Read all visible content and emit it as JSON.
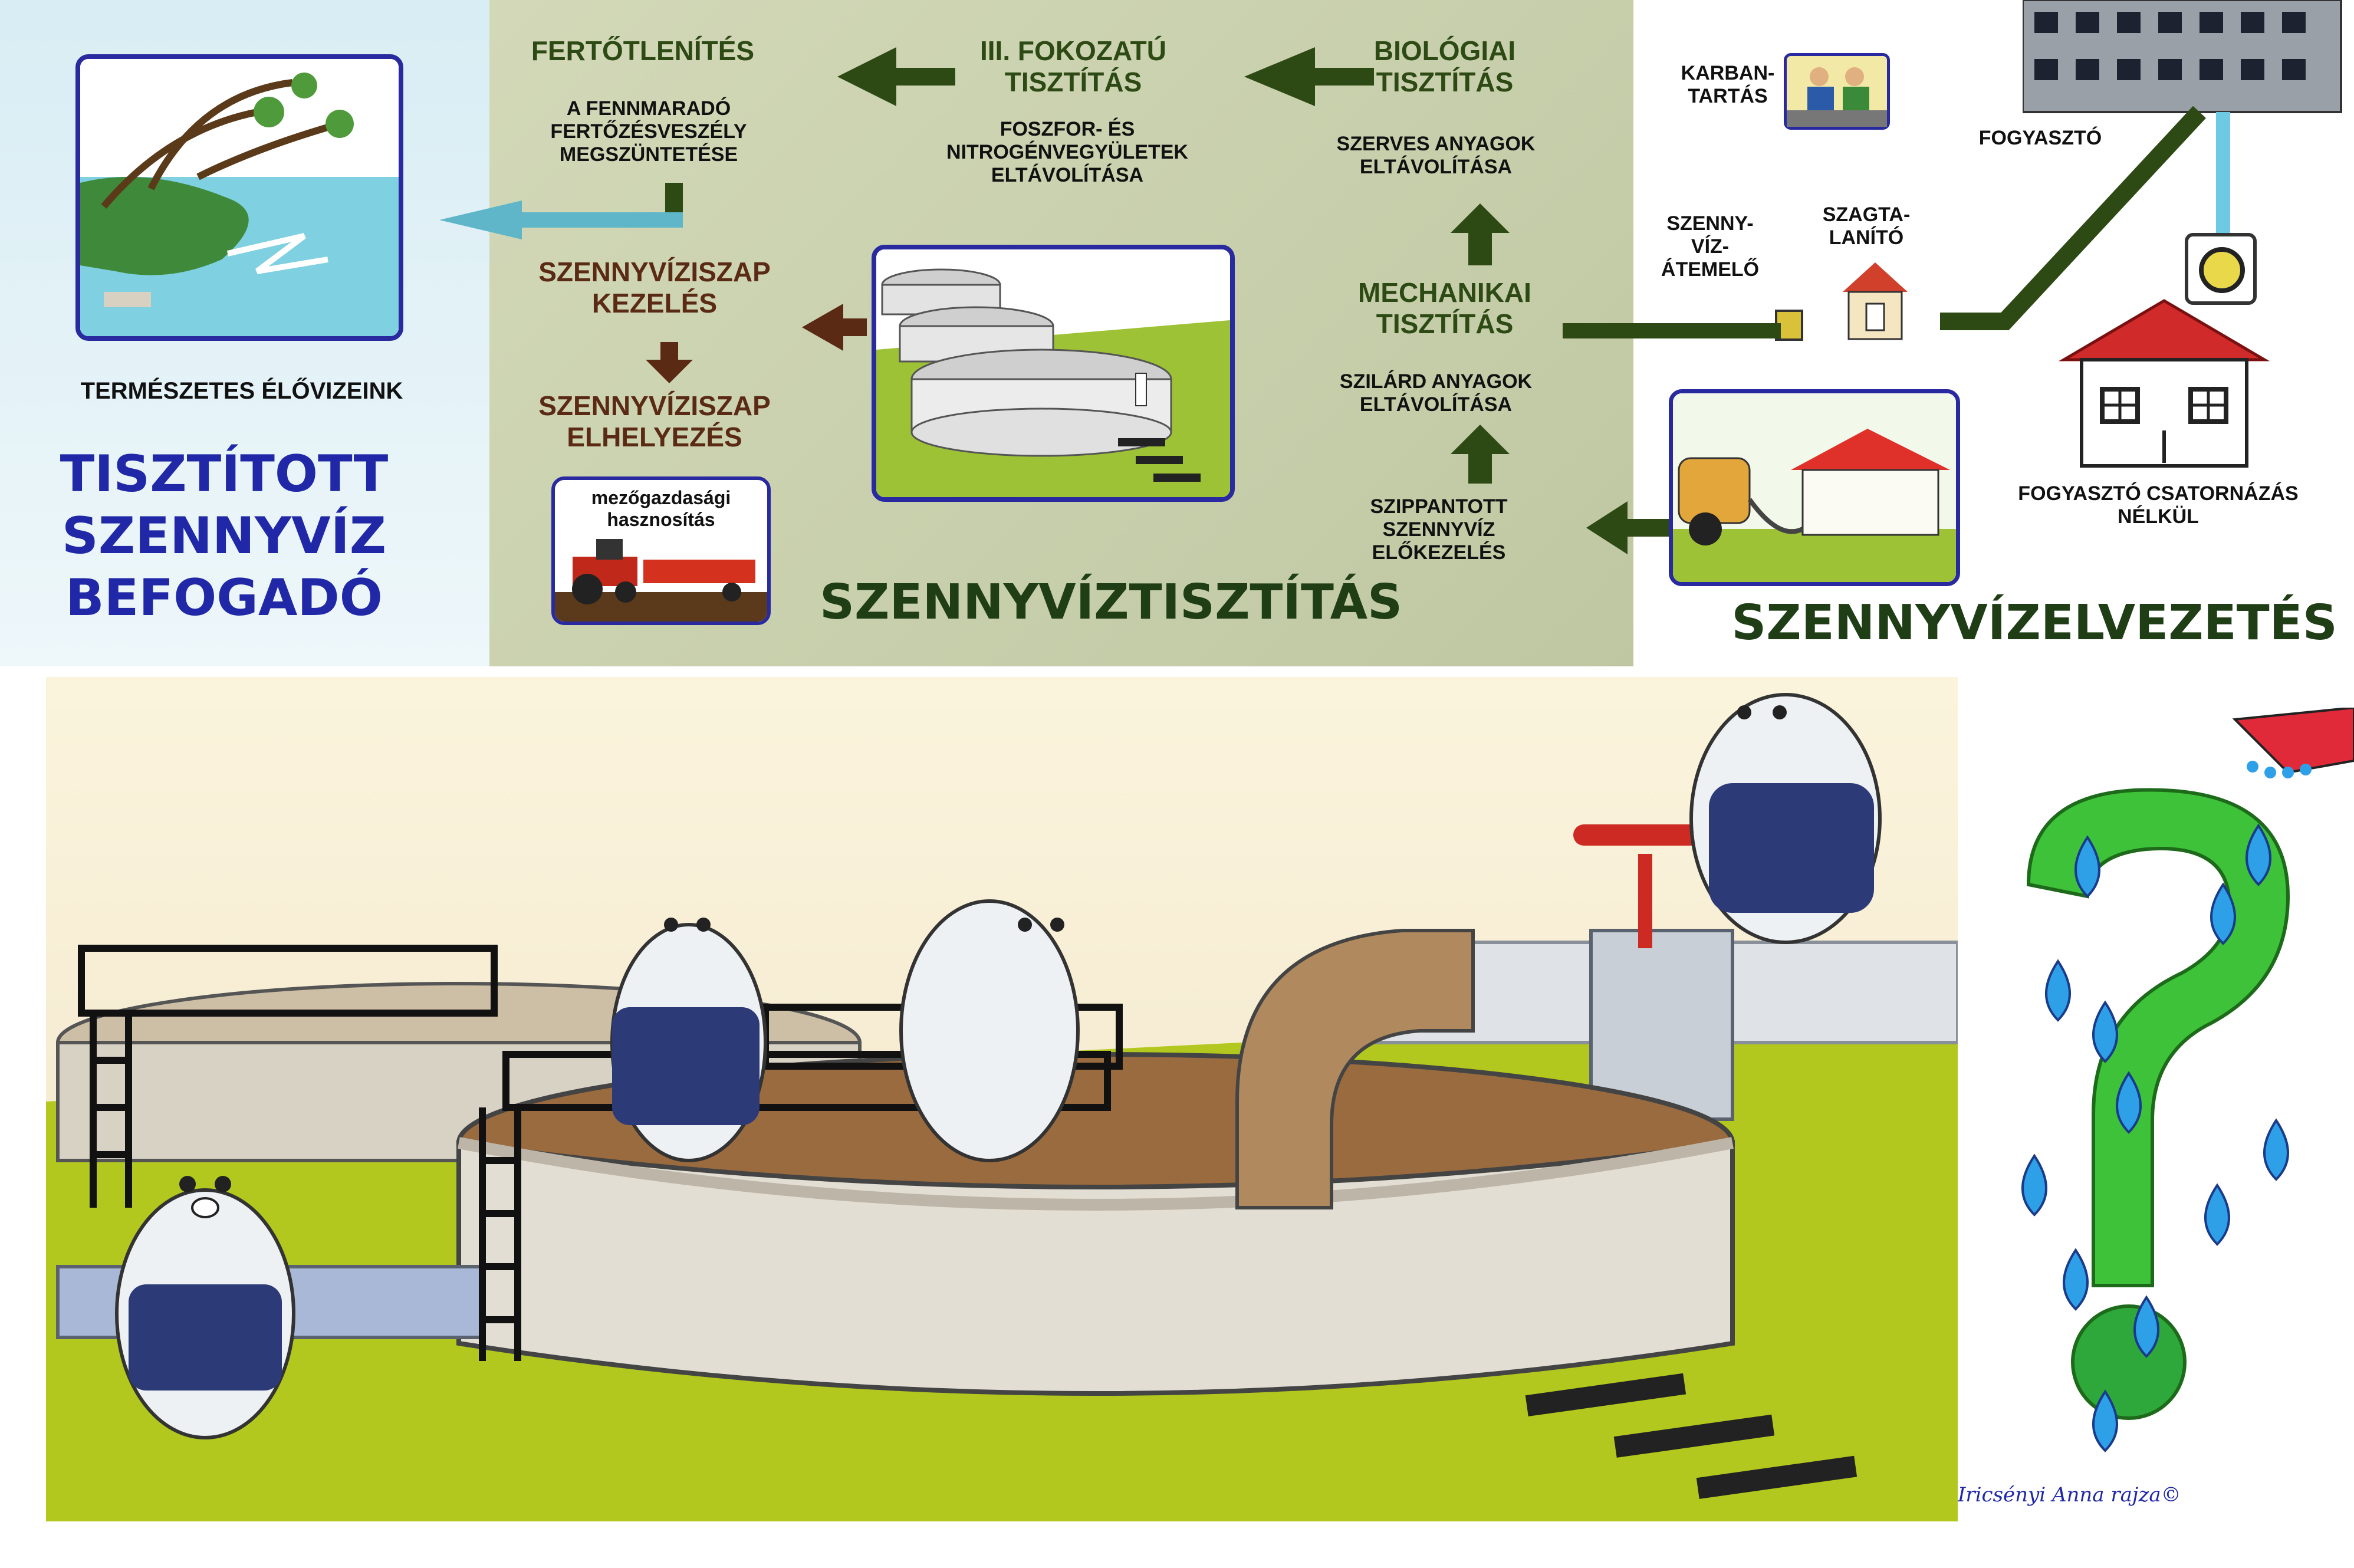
{
  "top_diagram": {
    "left_section": {
      "receiver_label": "TERMÉSZETES  ÉLŐVIZEINK",
      "title_lines": [
        "TISZTÍTOTT",
        "SZENNYVÍZ",
        "BEFOGADÓ"
      ]
    },
    "middle_section": {
      "disinfection": "FERTŐTLENÍTÉS",
      "disinfection_desc": "A FENNMARADÓ\nFERTŐZÉSVESZÉLY\nMEGSZÜNTETÉSE",
      "tertiary": "III. FOKOZATÚ\nTISZTÍTÁS",
      "tertiary_desc": "FOSZFOR- ÉS\nNITROGÉNVEGYÜLETEK\nELTÁVOLÍTÁSA",
      "biological": "BIOLÓGIAI\nTISZTÍTÁS",
      "biological_desc": "SZERVES ANYAGOK\nELTÁVOLÍTÁSA",
      "mechanical": "MECHANIKAI\nTISZTÍTÁS",
      "mechanical_desc": "SZILÁRD ANYAGOK\nELTÁVOLÍTÁSA",
      "pretreat": "SZIPPANTOTT\nSZENNYVÍZ\nELŐKEZELÉS",
      "sludge_treat": "SZENNYVÍZISZAP\nKEZELÉS",
      "sludge_dispose": "SZENNYVÍZISZAP\nELHELYEZÉS",
      "agri_use": "mezőgazdasági\nhasznosítás",
      "title": "SZENNYVÍZTISZTÍTÁS"
    },
    "right_section": {
      "maintenance": "KARBAN-\nTARTÁS",
      "consumer": "FOGYASZTÓ",
      "pump": "SZENNY-\nVÍZ-\nÁTEMELŐ",
      "odor": "SZAGTA-\nLANÍTÓ",
      "consumer_no_sewer": "FOGYASZTÓ CSATORNÁZÁS\nNÉLKÜL",
      "title": "SZENNYVÍZELVEZETÉS"
    }
  },
  "bottom_right_drawing": {
    "signature": "Iricsényi Anna rajza©"
  },
  "colors": {
    "dark_green": "#2d4a14",
    "sage": "#c6cda9",
    "blue_title": "#2028a8",
    "sky": "#dbeff5",
    "grass": "#b7c833",
    "pipe": "#d9dde2",
    "sludge": "#9a6b3f"
  }
}
